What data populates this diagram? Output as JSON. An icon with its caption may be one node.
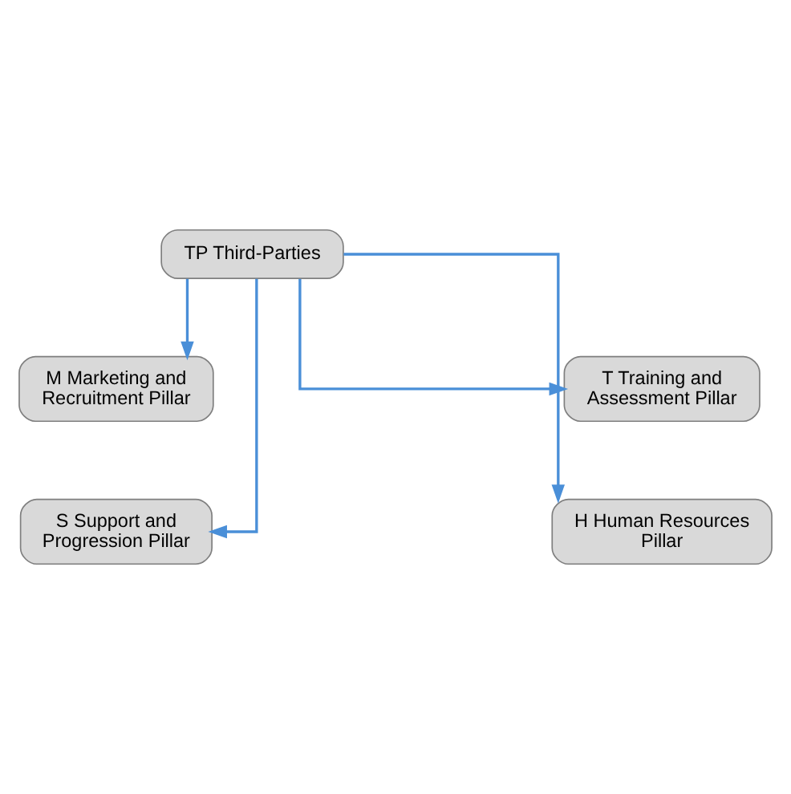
{
  "diagram": {
    "nodes": [
      {
        "text": [
          "TP Third-Parties"
        ]
      },
      {
        "text": [
          "M Marketing and Recruitment Pillar"
        ]
      },
      {
        "text": [
          "T Training and Assessment Pillar"
        ]
      },
      {
        "text": [
          "S Support and Progression Pillar"
        ]
      },
      {
        "text": [
          "H Human Resources Pillar"
        ]
      }
    ],
    "edges": [
      {
        "from": 0,
        "to": 1,
        "arrow": "to"
      },
      {
        "from": 0,
        "to": 2,
        "arrow": "to"
      },
      {
        "from": 0,
        "to": 3,
        "arrow": "to"
      },
      {
        "from": 0,
        "to": 4,
        "arrow": "to"
      }
    ]
  }
}
